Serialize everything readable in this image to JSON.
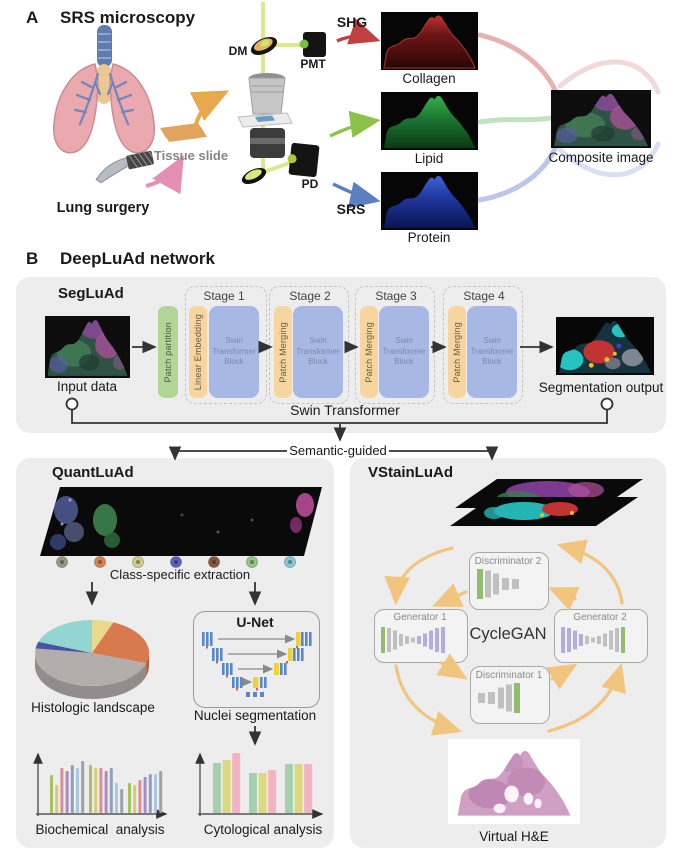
{
  "panelA": {
    "label": "A",
    "title": "SRS microscopy",
    "lung_surgery_label": "Lung surgery",
    "tissue_slide_label": "Tissue slide",
    "dm_label": "DM",
    "pmt_label": "PMT",
    "pd_label": "PD",
    "shg_label": "SHG",
    "srs_label": "SRS",
    "channel_labels": {
      "collagen": "Collagen",
      "lipid": "Lipid",
      "protein": "Protein"
    },
    "composite_label": "Composite image"
  },
  "panelB": {
    "label": "B",
    "title": "DeepLuAd network",
    "segluad": {
      "title": "SegLuAd",
      "input_label": "Input data",
      "patch_partition": "Patch partition",
      "linear_embedding": "Linear Embedding",
      "patch_merging": "Patch Merging",
      "swin_block": "Swin Transformer Block",
      "stages": [
        "Stage 1",
        "Stage 2",
        "Stage 3",
        "Stage 4"
      ],
      "footer": "Swin Transformer",
      "output_label": "Segmentation output"
    },
    "semantic_guided_label": "Semantic-guided",
    "quantluad": {
      "title": "QuantLuAd",
      "extraction_label": "Class-specific extraction",
      "class_colors": [
        "#9a9a88",
        "#dd8352",
        "#d8cf86",
        "#6063c4",
        "#8a5a40",
        "#95cc85",
        "#85ccd8"
      ],
      "pie": {
        "label": "Histologic landscape",
        "slices": [
          {
            "color": "#ead98a",
            "percent": 6
          },
          {
            "color": "#d8794e",
            "percent": 24
          },
          {
            "color": "#b3aeac",
            "percent": 47
          },
          {
            "color": "#4a55a2",
            "percent": 3
          },
          {
            "color": "#93d5d0",
            "percent": 20
          }
        ]
      },
      "unet_label": "U-Net",
      "nuclei_label": "Nuclei segmentation",
      "biochemical_label": "Biochemical  analysis",
      "cytological_label": "Cytological analysis",
      "biochemical_chart": {
        "colors": [
          "#a8c060",
          "#d4cc72",
          "#d89098",
          "#a88cc0",
          "#90a0b8",
          "#a8c8e0",
          "#9aa2aa"
        ],
        "groups": [
          [
            38,
            28,
            45,
            42,
            48,
            45,
            52
          ],
          [
            48,
            45,
            45,
            42,
            45,
            30,
            24
          ],
          [
            30,
            28,
            33,
            36,
            39,
            39,
            42
          ]
        ]
      },
      "cytological_chart": {
        "colors": [
          "#a5d0ae",
          "#dcd87e",
          "#f2b3c3"
        ],
        "groups": [
          [
            50,
            53,
            60
          ],
          [
            40,
            40,
            43
          ],
          [
            49,
            49,
            49
          ]
        ]
      }
    },
    "vstainluad": {
      "title": "VStainLuAd",
      "cyclegan_label": "CycleGAN",
      "generator1_label": "Generator 1",
      "generator2_label": "Generator 2",
      "discriminator1_label": "Discriminator 1",
      "discriminator2_label": "Discriminator 2",
      "virtual_he_label": "Virtual H&E"
    }
  }
}
